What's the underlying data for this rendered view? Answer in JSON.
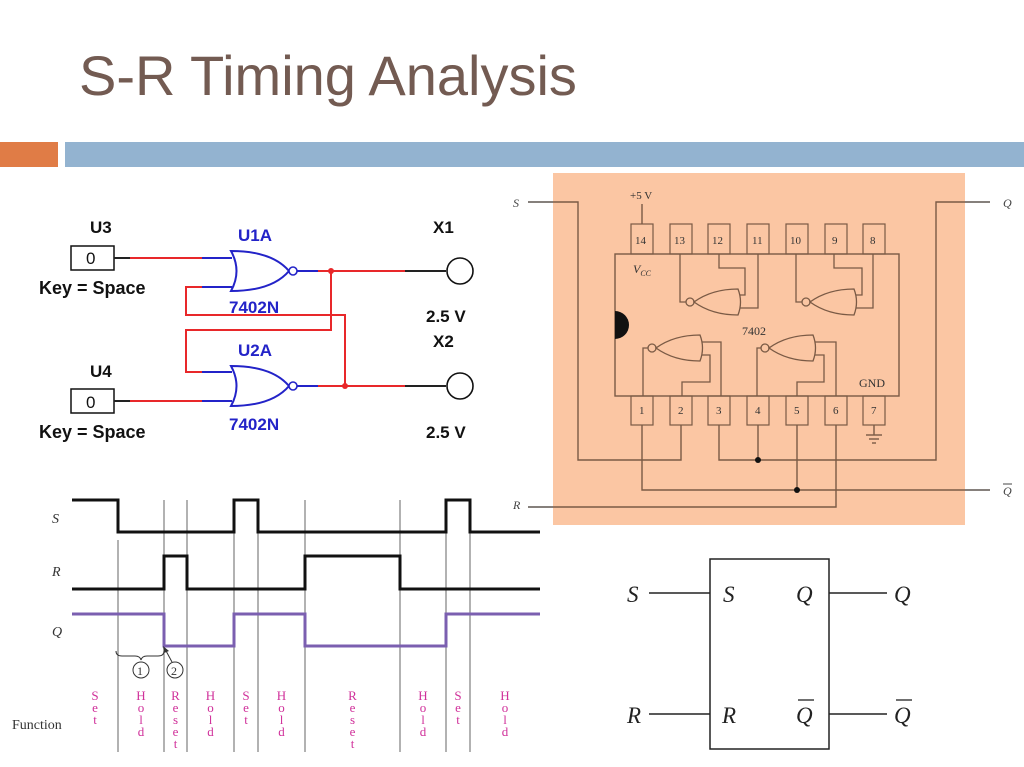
{
  "slide": {
    "title": "S-R Timing Analysis",
    "colors": {
      "title": "#735b52",
      "accent_orange": "#e07c46",
      "accent_blue": "#93b3d0",
      "chip_background": "#fbc6a3",
      "wire_red": "#e8282a",
      "gate_blue": "#2323c8",
      "q_trace": "#7b5fb0",
      "function_label": "#d0309a"
    }
  },
  "simulation_circuit": {
    "switch_u3": {
      "name": "U3",
      "value": "0",
      "key_label": "Key = Space"
    },
    "switch_u4": {
      "name": "U4",
      "value": "0",
      "key_label": "Key = Space"
    },
    "gate_u1a": {
      "name": "U1A",
      "part": "7402N"
    },
    "gate_u2a": {
      "name": "U2A",
      "part": "7402N"
    },
    "probe_x1": {
      "name": "X1",
      "voltage": "2.5 V"
    },
    "probe_x2": {
      "name": "X2",
      "voltage": "2.5 V"
    }
  },
  "chip_diagram": {
    "input_s": "S",
    "input_r": "R",
    "output_q": "Q",
    "output_qbar": "Q",
    "supply": "+5 V",
    "vcc": "V",
    "vcc_sub": "CC",
    "chip_name": "7402",
    "gnd": "GND",
    "top_pins": [
      "14",
      "13",
      "12",
      "11",
      "10",
      "9",
      "8"
    ],
    "bottom_pins": [
      "1",
      "2",
      "3",
      "4",
      "5",
      "6",
      "7"
    ]
  },
  "timing_diagram": {
    "signals": [
      "S",
      "R",
      "Q"
    ],
    "function_header": "Function",
    "annotations": [
      "1",
      "2"
    ],
    "intervals": [
      {
        "function": "Set",
        "S": 1,
        "R": 0,
        "Q": 1
      },
      {
        "function": "Hold",
        "S": 0,
        "R": 0,
        "Q": 1
      },
      {
        "function": "Reset",
        "S": 0,
        "R": 1,
        "Q": 0
      },
      {
        "function": "Hold",
        "S": 0,
        "R": 0,
        "Q": 0
      },
      {
        "function": "Set",
        "S": 1,
        "R": 0,
        "Q": 1
      },
      {
        "function": "Hold",
        "S": 0,
        "R": 0,
        "Q": 1
      },
      {
        "function": "Reset",
        "S": 0,
        "R": 1,
        "Q": 0
      },
      {
        "function": "Hold",
        "S": 0,
        "R": 0,
        "Q": 0
      },
      {
        "function": "Set",
        "S": 1,
        "R": 0,
        "Q": 1
      },
      {
        "function": "Hold",
        "S": 0,
        "R": 0,
        "Q": 1
      }
    ]
  },
  "block_symbol": {
    "ext_s": "S",
    "ext_r": "R",
    "in_s": "S",
    "in_r": "R",
    "out_q": "Q",
    "out_qbar": "Q",
    "ext_q": "Q",
    "ext_qbar": "Q"
  }
}
